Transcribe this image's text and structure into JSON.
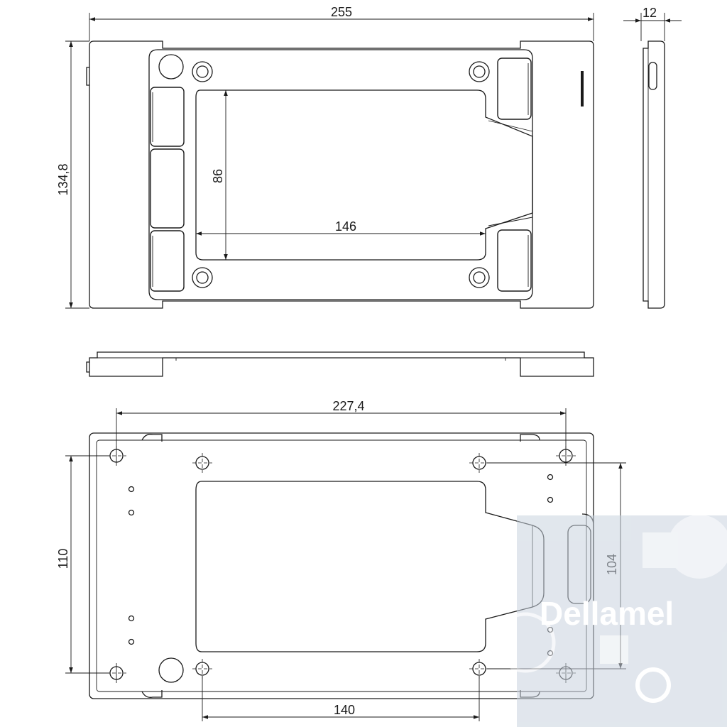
{
  "dimensions": {
    "overall_width": "255",
    "depth": "12",
    "overall_height": "134,8",
    "opening_height": "86",
    "opening_width": "146",
    "hole_span_x": "227,4",
    "hole_span_y": "110",
    "inner_hole_span_y": "104",
    "inner_hole_span_x": "140"
  },
  "watermark": {
    "text": "Dellamel"
  },
  "colors": {
    "line": "#1a1a1a",
    "background": "#ffffff",
    "watermark_tint": "#c9d3df"
  }
}
